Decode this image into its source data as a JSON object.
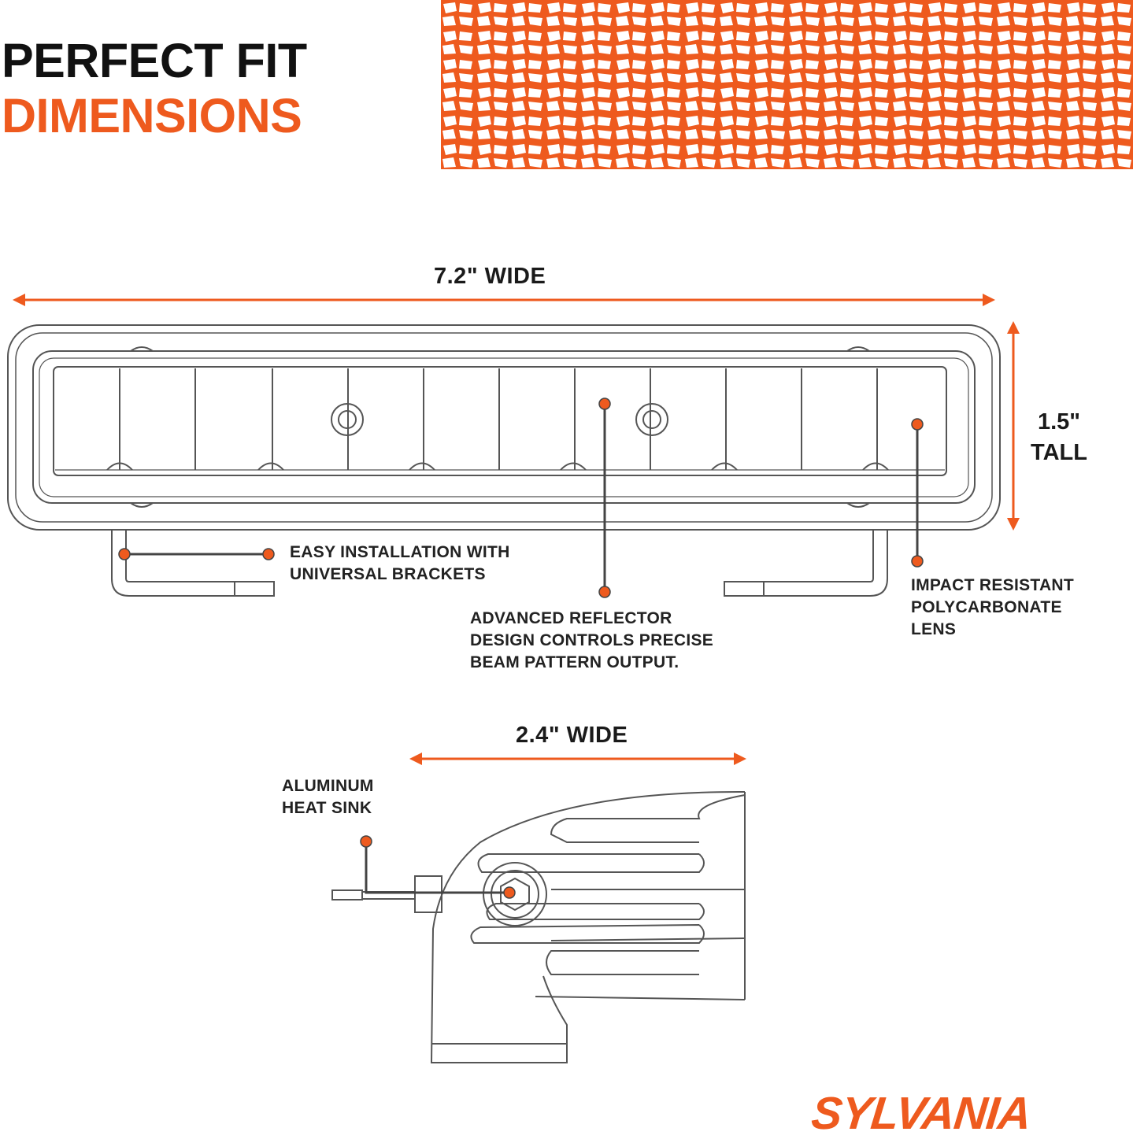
{
  "header": {
    "title_line1": "PERFECT FIT",
    "title_line2": "DIMENSIONS"
  },
  "colors": {
    "accent": "#ee5a1e",
    "outline": "#555555",
    "text": "#1a1a1a"
  },
  "dimensions": {
    "width_front": "7.2\" WIDE",
    "height_line1": "1.5\"",
    "height_line2": "TALL",
    "width_side": "2.4\" WIDE"
  },
  "callouts": {
    "brackets": {
      "line1": "EASY INSTALLATION WITH",
      "line2": "UNIVERSAL BRACKETS"
    },
    "reflector": {
      "line1": "ADVANCED REFLECTOR",
      "line2": "DESIGN CONTROLS PRECISE",
      "line3": "BEAM PATTERN OUTPUT."
    },
    "lens": {
      "line1": "IMPACT RESISTANT",
      "line2": "POLYCARBONATE",
      "line3": "LENS"
    },
    "heatsink": {
      "line1": "ALUMINUM",
      "line2": "HEAT SINK"
    }
  },
  "brand": {
    "logo_text": "SYLVANIA"
  },
  "decorations": {
    "pattern": "tire-tread-pattern"
  }
}
